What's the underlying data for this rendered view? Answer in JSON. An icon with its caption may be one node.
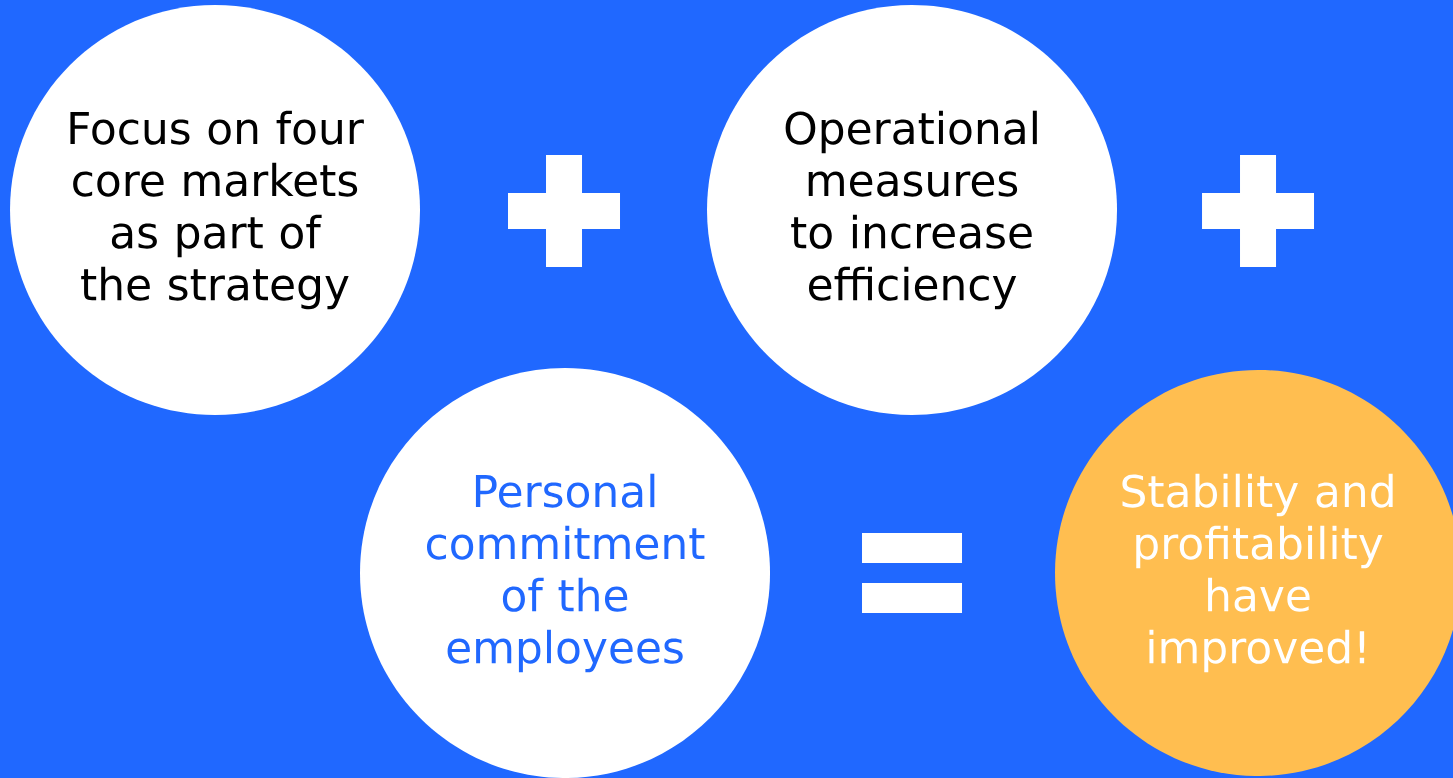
{
  "diagram": {
    "nodes": [
      {
        "text": [
          "Focus on four core markets as part of the strategy"
        ]
      },
      {
        "text": [
          "Operational measures to increase efficiency"
        ]
      },
      {
        "text": [
          "Personal commitment of the employees"
        ]
      },
      {
        "text": [
          "Stability and profitability have improved!"
        ]
      }
    ]
  }
}
